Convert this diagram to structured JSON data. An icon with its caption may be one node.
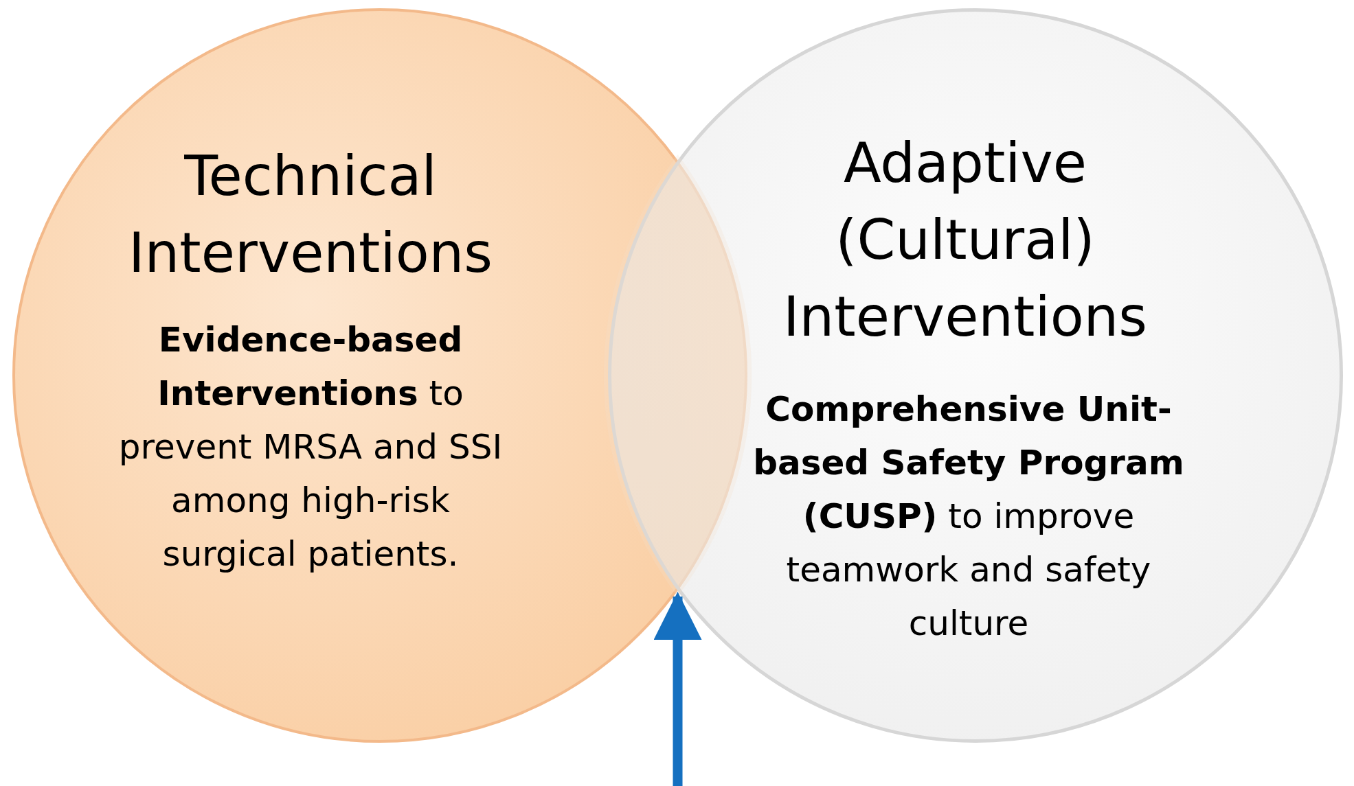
{
  "diagram": {
    "nodes": [
      {
        "text": [
          "Technical Interventions",
          "**Evidence-based Interventions** to prevent MRSA and SSI among high-risk surgical patients."
        ]
      },
      {
        "text": [
          "Adaptive (Cultural) Interventions",
          "**Comprehensive Unit-based Safety Program (CUSP)** to improve teamwork and safety culture"
        ]
      },
      {
        "text": [],
        "shape": "lens"
      }
    ],
    "edges": [
      {
        "from": null,
        "to": 2,
        "arrow": "to"
      }
    ]
  }
}
